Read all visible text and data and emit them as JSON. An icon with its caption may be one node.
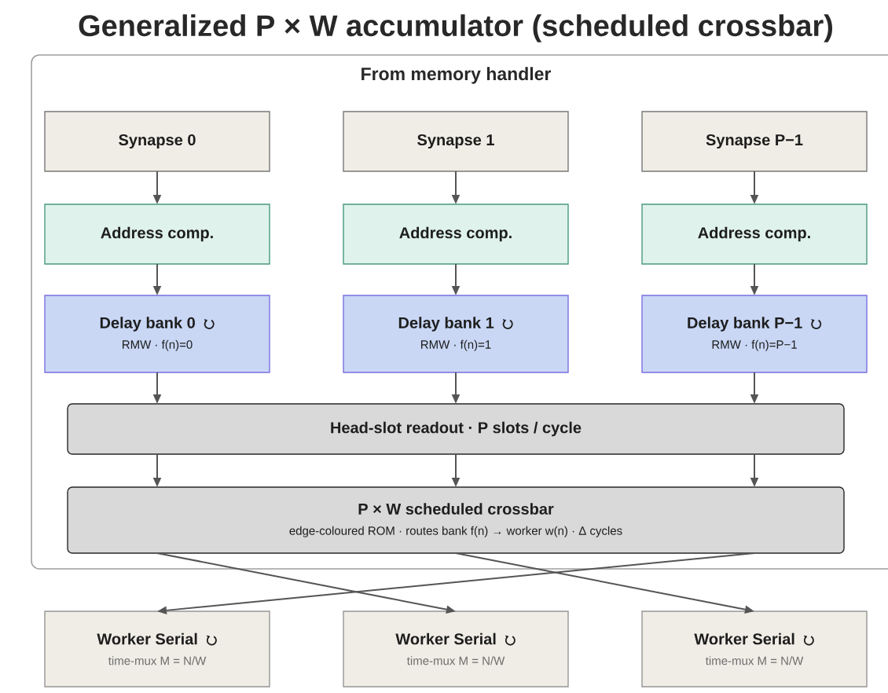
{
  "diagram": {
    "title": "Generalized P × W accumulator (scheduled crossbar)",
    "nodes": [
      {
        "text": [
          "From memory handler"
        ]
      },
      {
        "text": [
          "Synapse 0"
        ],
        "in": 0
      },
      {
        "text": [
          "Synapse 1"
        ],
        "in": 0
      },
      {
        "text": [
          "Synapse P−1"
        ],
        "in": 0
      },
      {
        "text": [
          "Address comp."
        ],
        "in": 0
      },
      {
        "text": [
          "Address comp."
        ],
        "in": 0
      },
      {
        "text": [
          "Address comp."
        ],
        "in": 0
      },
      {
        "text": [
          "Delay bank 0",
          "RMW · f(n)=0"
        ],
        "in": 0
      },
      {
        "text": [
          "Delay bank 1",
          "RMW · f(n)=1"
        ],
        "in": 0
      },
      {
        "text": [
          "Delay bank P−1",
          "RMW · f(n)=P−1"
        ],
        "in": 0
      },
      {
        "text": [
          "Head-slot readout · P slots / cycle"
        ],
        "in": 0
      },
      {
        "text": [
          "P × W scheduled crossbar",
          "edge-coloured ROM · routes bank f(n) → worker w(n) · Δ cycles"
        ],
        "in": 0
      },
      {
        "text": [
          "Worker Serial",
          "time-mux  M = N/W"
        ]
      },
      {
        "text": [
          "Worker Serial",
          "time-mux  M = N/W"
        ]
      },
      {
        "text": [
          "Worker Serial",
          "time-mux  M = N/W"
        ]
      }
    ],
    "edges": [
      {
        "from": 1,
        "to": 4,
        "arrow": "to"
      },
      {
        "from": 2,
        "to": 5,
        "arrow": "to"
      },
      {
        "from": 3,
        "to": 6,
        "arrow": "to"
      },
      {
        "from": 4,
        "to": 7,
        "arrow": "to"
      },
      {
        "from": 5,
        "to": 8,
        "arrow": "to"
      },
      {
        "from": 6,
        "to": 9,
        "arrow": "to"
      },
      {
        "from": 7,
        "to": 10,
        "arrow": "to"
      },
      {
        "from": 8,
        "to": 10,
        "arrow": "to"
      },
      {
        "from": 9,
        "to": 10,
        "arrow": "to"
      },
      {
        "from": 10,
        "to": 11,
        "arrow": "to"
      },
      {
        "from": 10,
        "to": 11,
        "arrow": "to"
      },
      {
        "from": 10,
        "to": 11,
        "arrow": "to"
      },
      {
        "from": 11,
        "to": 13,
        "arrow": "to"
      },
      {
        "from": 11,
        "to": 14,
        "arrow": "to"
      },
      {
        "from": 11,
        "to": 12,
        "arrow": "to"
      }
    ]
  }
}
